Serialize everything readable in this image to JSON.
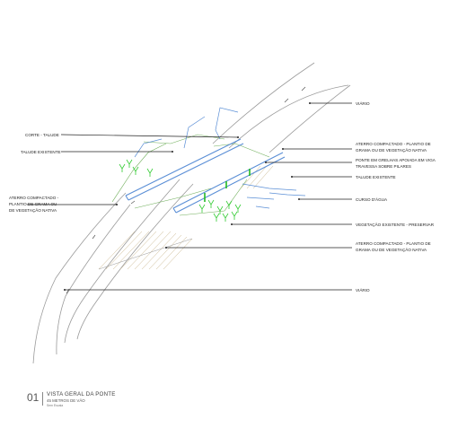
{
  "labels": {
    "viario_top": "VIÁRIO",
    "corte_talude": "CORTE - TALUDE",
    "talude_existente_left": "TALUDE EXISTENTE",
    "aterro_left_1": "ATERRO COMPACTADO -",
    "aterro_left_2": "PLANTIO DE GRAMA OU",
    "aterro_left_3": "DE VEGETAÇÃO NATIVA",
    "aterro_right_top_1": "ATERRO COMPACTADO - PLANTIO DE",
    "aterro_right_top_2": "GRAMA OU DE VEGETAÇÃO NATIVA",
    "ponte_1": "PONTE EM GRELHAS APOIADA EM VIGA",
    "ponte_2": "TRAVESSA SOBRE PILARES",
    "talude_existente_right": "TALUDE EXISTENTE",
    "curso_dagua": "CURSO D'ÁGUA",
    "vegetacao": "VEGETAÇÃO EXISTENTE - PRESERVAR",
    "aterro_right_bottom_1": "ATERRO COMPACTADO - PLANTIO DE",
    "aterro_right_bottom_2": "GRAMA OU DE VEGETAÇÃO NATIVA",
    "viario_bottom": "VIÁRIO"
  },
  "title_block": {
    "number": "01",
    "title": "VISTA GERAL DA PONTE",
    "subtitle": "45 METROS DE VÃO",
    "scale": "Sem Escala"
  },
  "colors": {
    "line": "#222222",
    "road_edge": "#9a9a9a",
    "water": "#5b8fd6",
    "bridge": "#5b8fd6",
    "pier": "#22bb22",
    "grass": "#33cc33",
    "terrain": "#6fae5a",
    "hatch": "#c8b48a"
  }
}
